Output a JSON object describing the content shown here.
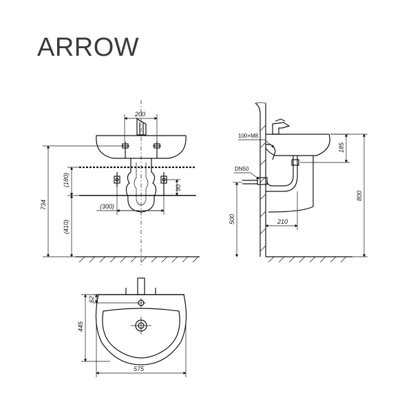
{
  "brand": "ARROW",
  "front_view": {
    "dims": {
      "tap_spacing": "200",
      "height_total": "734",
      "height_floor": "(410)",
      "height_upper": "(180)",
      "height_small": "90",
      "width_300": "(300)"
    }
  },
  "side_view": {
    "dims": {
      "basin_height": "800",
      "drain_height": "500",
      "top_offset": "185",
      "wall_distance": "210"
    },
    "labels": {
      "screw": "100×M8",
      "drain": "DN50"
    }
  },
  "top_view": {
    "dims": {
      "width": "575",
      "depth": "445",
      "tap_offset": "62"
    }
  }
}
